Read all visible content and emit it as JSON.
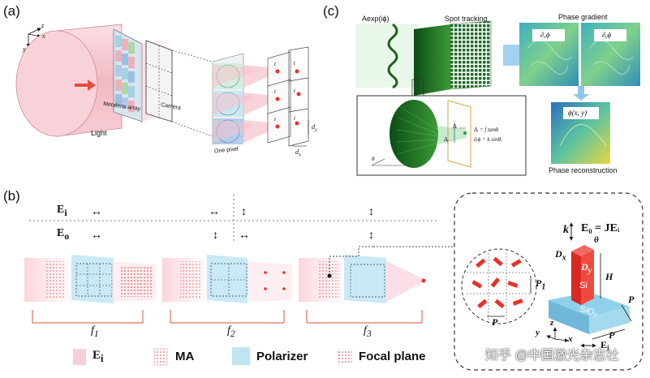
{
  "panels": {
    "a": {
      "label": "(a)",
      "axes": {
        "z": "z",
        "x": "x",
        "y": "y"
      },
      "light": "Light",
      "metalens_array": "Metalens array",
      "camera": "Camera",
      "one_pixel": "One pixel",
      "spot_labels": [
        "t",
        "t",
        "t",
        "t",
        "t",
        "t"
      ],
      "dy": "d",
      "dy_sub": "y",
      "dx": "d",
      "dx_sub": "x"
    },
    "c": {
      "label": "(c)",
      "aexp": "Aexp(iϕ)",
      "spot_tracking": "Spot tracking",
      "phase_gradient": "Phase gradient",
      "grad_x": "∂ₓϕ",
      "grad_y": "∂ᵧϕ",
      "phi_xy": "ϕ(x, y)",
      "phase_reconstruction": "Phase reconstruction",
      "theta": "θ",
      "delta_x": "Δₓ",
      "delta_y": "Δᵧ",
      "eq1": "Δᵢ = f tanθᵢ",
      "eq2": "∂ᵢϕ = k sinθᵢ"
    },
    "b": {
      "label": "(b)",
      "ei": "E",
      "ei_sub": "i",
      "eo": "E",
      "eo_sub": "o",
      "f1": "f",
      "f1_sub": "1",
      "f2": "f",
      "f2_sub": "2",
      "f3": "f",
      "f3_sub": "3",
      "arrows_top": [
        "↔",
        "↔",
        "↕",
        "↕"
      ],
      "arrows_bottom": [
        "↔",
        "↕",
        "↔",
        "↕"
      ],
      "legend": {
        "ei": "E",
        "ei_sub": "i",
        "ma": "MA",
        "polarizer": "Polarizer",
        "focal_plane": "Focal plane"
      },
      "inset": {
        "k": "k",
        "eo_eq": "E₀ = JEᵢ",
        "theta": "θ",
        "dx": "D",
        "dx_sub": "x",
        "dy": "D",
        "dy_sub": "y",
        "si": "Si",
        "h": "H",
        "p": "P",
        "sio2": "SiO₂",
        "p1": "P",
        "p1_sub": "1",
        "p_bottom": "P",
        "y": "y",
        "z": "z",
        "x": "x",
        "ei": "E",
        "ei_sub": "i"
      }
    },
    "watermark": "知乎 @中国激光杂志社"
  },
  "colors": {
    "pink": "#f6c3cc",
    "blue": "#a9dbef",
    "green": "#2f7d2f",
    "red": "#e8322b",
    "arrow": "#e84c3d"
  }
}
